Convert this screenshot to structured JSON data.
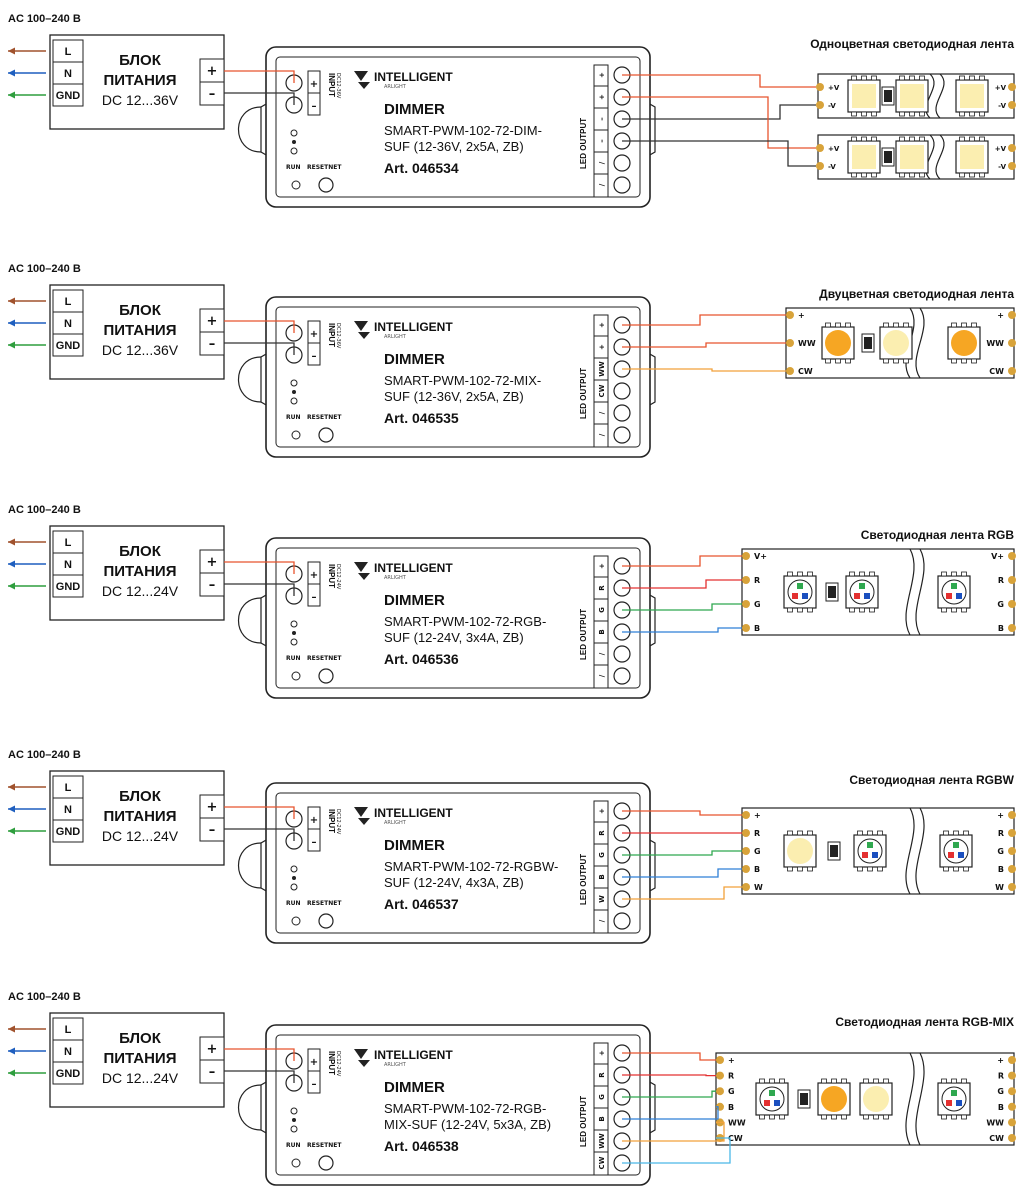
{
  "colors": {
    "line": "#222222",
    "mains_L": "#a0522d",
    "mains_N": "#1f5fbf",
    "mains_GND": "#2e9e3e",
    "plus": "#e8542e",
    "minus": "#333333",
    "red": "#e33030",
    "green": "#2fa84f",
    "blue": "#2f7fd6",
    "white_wire": "#333333",
    "ww": "#f2a13a",
    "cw": "#4ab8e8",
    "led_white": "#fbeeb0",
    "led_warm": "#f6a623",
    "chip": "#222222"
  },
  "diagrams": [
    {
      "id": "dim",
      "ac_label": "AC 100–240 В",
      "psu": {
        "terminals": [
          "L",
          "N",
          "GND"
        ],
        "title": "БЛОК\nПИТАНИЯ",
        "voltage": "DC 12...36V",
        "plus": "+",
        "minus": "–"
      },
      "dimmer": {
        "brand": "INTELLIGENT",
        "brand_sub": "ARLIGHT",
        "name": "DIMMER",
        "model_lines": [
          "SMART-PWM-102-72-DIM-",
          "SUF (12-36V, 2x5A, ZB)"
        ],
        "article": "Art. 046534",
        "input_label": "INPUT",
        "input_sub": "DC12-36V",
        "input_terminals": [
          "+",
          "–"
        ],
        "led_output_label": "LED OUTPUT",
        "output_terminals": [
          "+",
          "+",
          "–",
          "–",
          "/",
          "/"
        ],
        "buttons": [
          "RUN",
          "RESET",
          "NET"
        ]
      },
      "strip": {
        "title": "Одноцветная светодиодная лента",
        "type": "mono",
        "pads": [
          "+V",
          "-V"
        ],
        "count": 2
      }
    },
    {
      "id": "mix",
      "ac_label": "AC 100–240 В",
      "psu": {
        "terminals": [
          "L",
          "N",
          "GND"
        ],
        "title": "БЛОК\nПИТАНИЯ",
        "voltage": "DC 12...36V",
        "plus": "+",
        "minus": "–"
      },
      "dimmer": {
        "brand": "INTELLIGENT",
        "brand_sub": "ARLIGHT",
        "name": "DIMMER",
        "model_lines": [
          "SMART-PWM-102-72-MIX-",
          "SUF (12-36V, 2x5A, ZB)"
        ],
        "article": "Art. 046535",
        "input_label": "INPUT",
        "input_sub": "DC12-36V",
        "input_terminals": [
          "+",
          "–"
        ],
        "led_output_label": "LED OUTPUT",
        "output_terminals": [
          "+",
          "+",
          "WW",
          "CW",
          "/",
          "/"
        ],
        "buttons": [
          "RUN",
          "RESET",
          "NET"
        ]
      },
      "strip": {
        "title": "Двуцветная светодиодная лента",
        "type": "mix",
        "pads": [
          "+",
          "WW",
          "CW"
        ]
      }
    },
    {
      "id": "rgb",
      "ac_label": "AC 100–240 В",
      "psu": {
        "terminals": [
          "L",
          "N",
          "GND"
        ],
        "title": "БЛОК\nПИТАНИЯ",
        "voltage": "DC 12...24V",
        "plus": "+",
        "minus": "–"
      },
      "dimmer": {
        "brand": "INTELLIGENT",
        "brand_sub": "ARLIGHT",
        "name": "DIMMER",
        "model_lines": [
          "SMART-PWM-102-72-RGB-",
          "SUF (12-24V, 3x4A, ZB)"
        ],
        "article": "Art. 046536",
        "input_label": "INPUT",
        "input_sub": "DC12-24V",
        "input_terminals": [
          "+",
          "–"
        ],
        "led_output_label": "LED OUTPUT",
        "output_terminals": [
          "+",
          "R",
          "G",
          "B",
          "/",
          "/"
        ],
        "buttons": [
          "RUN",
          "RESET",
          "NET"
        ]
      },
      "strip": {
        "title": "Светодиодная лента RGB",
        "type": "rgb",
        "pads": [
          "V+",
          "R",
          "G",
          "B"
        ]
      }
    },
    {
      "id": "rgbw",
      "ac_label": "AC 100–240 В",
      "psu": {
        "terminals": [
          "L",
          "N",
          "GND"
        ],
        "title": "БЛОК\nПИТАНИЯ",
        "voltage": "DC 12...24V",
        "plus": "+",
        "minus": "–"
      },
      "dimmer": {
        "brand": "INTELLIGENT",
        "brand_sub": "ARLIGHT",
        "name": "DIMMER",
        "model_lines": [
          "SMART-PWM-102-72-RGBW-",
          "SUF (12-24V, 4x3A, ZB)"
        ],
        "article": "Art. 046537",
        "input_label": "INPUT",
        "input_sub": "DC12-24V",
        "input_terminals": [
          "+",
          "–"
        ],
        "led_output_label": "LED OUTPUT",
        "output_terminals": [
          "+",
          "R",
          "G",
          "B",
          "W",
          "/"
        ],
        "buttons": [
          "RUN",
          "RESET",
          "NET"
        ]
      },
      "strip": {
        "title": "Светодиодная лента RGBW",
        "type": "rgbw",
        "pads": [
          "+",
          "R",
          "G",
          "B",
          "W"
        ]
      }
    },
    {
      "id": "rgbmix",
      "ac_label": "AC 100–240 В",
      "psu": {
        "terminals": [
          "L",
          "N",
          "GND"
        ],
        "title": "БЛОК\nПИТАНИЯ",
        "voltage": "DC 12...24V",
        "plus": "+",
        "minus": "–"
      },
      "dimmer": {
        "brand": "INTELLIGENT",
        "brand_sub": "ARLIGHT",
        "name": "DIMMER",
        "model_lines": [
          "SMART-PWM-102-72-RGB-",
          "MIX-SUF (12-24V, 5x3A, ZB)"
        ],
        "article": "Art. 046538",
        "input_label": "INPUT",
        "input_sub": "DC12-24V",
        "input_terminals": [
          "+",
          "–"
        ],
        "led_output_label": "LED OUTPUT",
        "output_terminals": [
          "+",
          "R",
          "G",
          "B",
          "WW",
          "CW"
        ],
        "buttons": [
          "RUN",
          "RESET",
          "NET"
        ]
      },
      "strip": {
        "title": "Светодиодная лента RGB-MIX",
        "type": "rgbmix",
        "pads": [
          "+",
          "R",
          "G",
          "B",
          "WW",
          "CW"
        ]
      }
    }
  ]
}
